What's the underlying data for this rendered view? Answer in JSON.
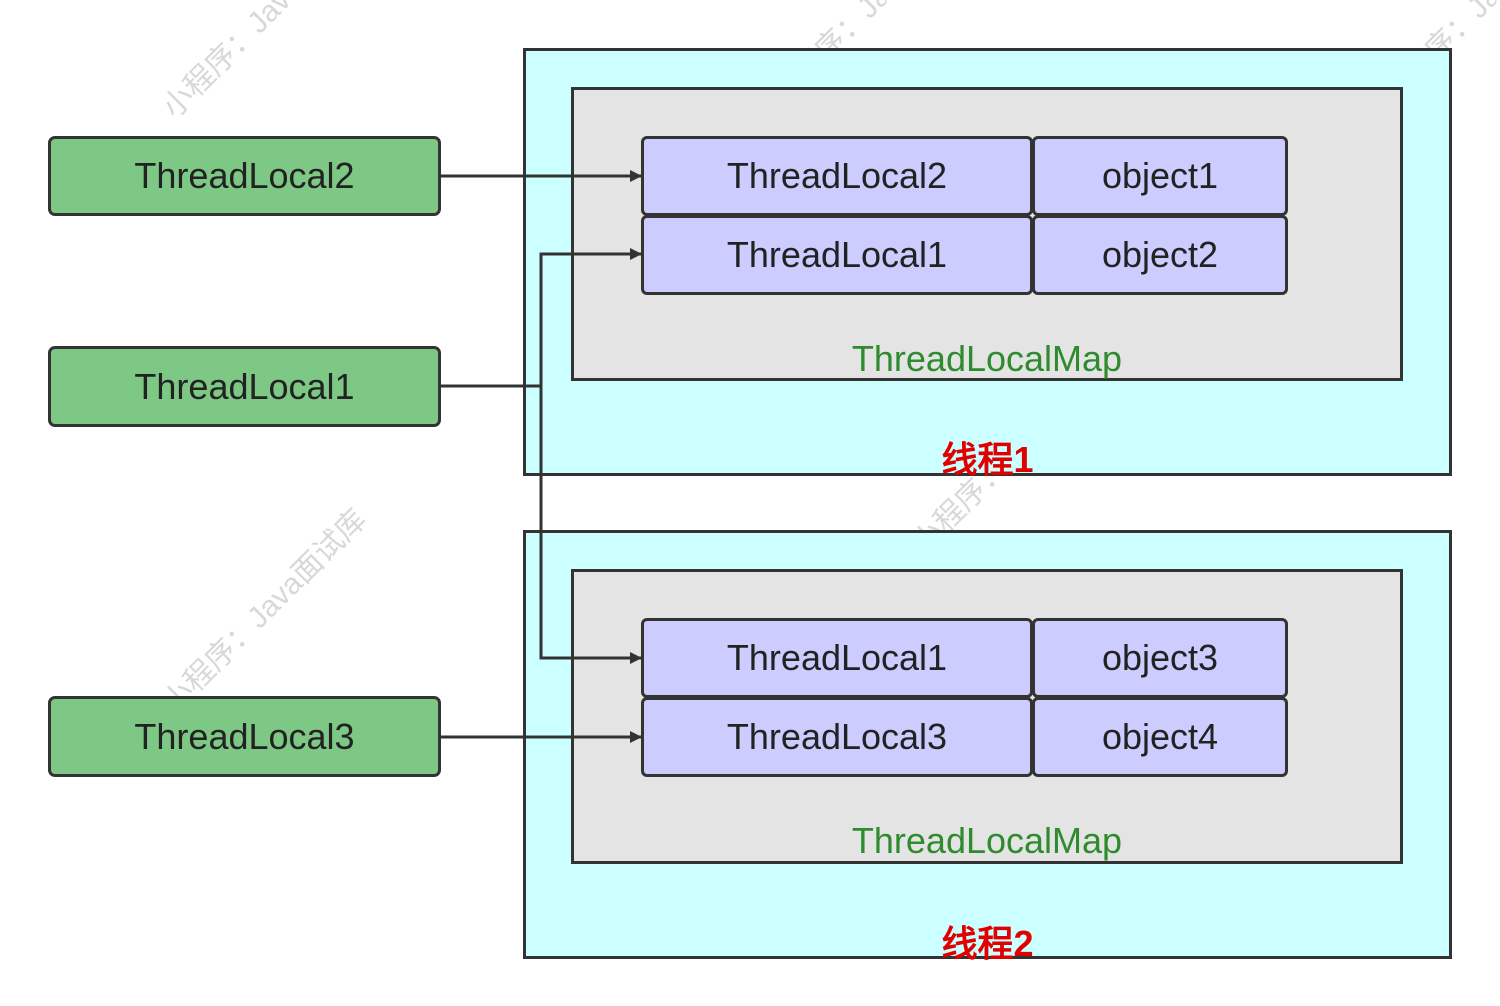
{
  "left_boxes": {
    "tl2": "ThreadLocal2",
    "tl1": "ThreadLocal1",
    "tl3": "ThreadLocal3"
  },
  "thread1": {
    "label": "线程1",
    "map_label": "ThreadLocalMap",
    "rows": [
      {
        "key": "ThreadLocal2",
        "value": "object1"
      },
      {
        "key": "ThreadLocal1",
        "value": "object2"
      }
    ]
  },
  "thread2": {
    "label": "线程2",
    "map_label": "ThreadLocalMap",
    "rows": [
      {
        "key": "ThreadLocal1",
        "value": "object3"
      },
      {
        "key": "ThreadLocal3",
        "value": "object4"
      }
    ]
  },
  "watermark": "小程序：Java面试库",
  "colors": {
    "thread_bg": "#ccffff",
    "map_bg": "#e4e4e4",
    "entry_bg": "#ccccff",
    "threadlocal_bg": "#7ec885",
    "map_label": "#2e8b2e",
    "thread_label": "#e00000",
    "stroke": "#333333"
  }
}
